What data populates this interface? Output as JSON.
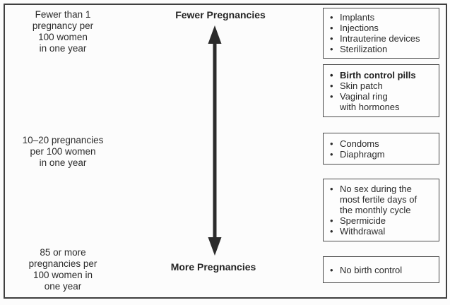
{
  "left_column": [
    "Fewer than 1\npregnancy per\n100 women\nin one year",
    "10–20 pregnancies\nper 100 women\nin one year",
    "85 or more\npregnancies per\n100 women in\none year"
  ],
  "axis": {
    "top_label": "Fewer Pregnancies",
    "bottom_label": "More Pregnancies"
  },
  "boxes": [
    {
      "items": [
        "Implants",
        "Injections",
        "Intrauterine devices",
        "Sterilization"
      ]
    },
    {
      "items": [
        "Birth control pills",
        "Skin patch",
        "Vaginal ring\nwith hormones"
      ]
    },
    {
      "items": [
        "Condoms",
        "Diaphragm"
      ]
    },
    {
      "items": [
        "No sex during the\nmost fertile days of\nthe monthly cycle",
        "Spermicide",
        "Withdrawal"
      ]
    },
    {
      "items": [
        "No birth control"
      ]
    }
  ],
  "icons": {
    "bullet": "•"
  },
  "colors": {
    "text": "#2b2b2b",
    "border": "#4a4a4a",
    "frame_border": "#3f3f3f",
    "background": "#fcfcfc",
    "arrow": "#2b2b2b"
  }
}
